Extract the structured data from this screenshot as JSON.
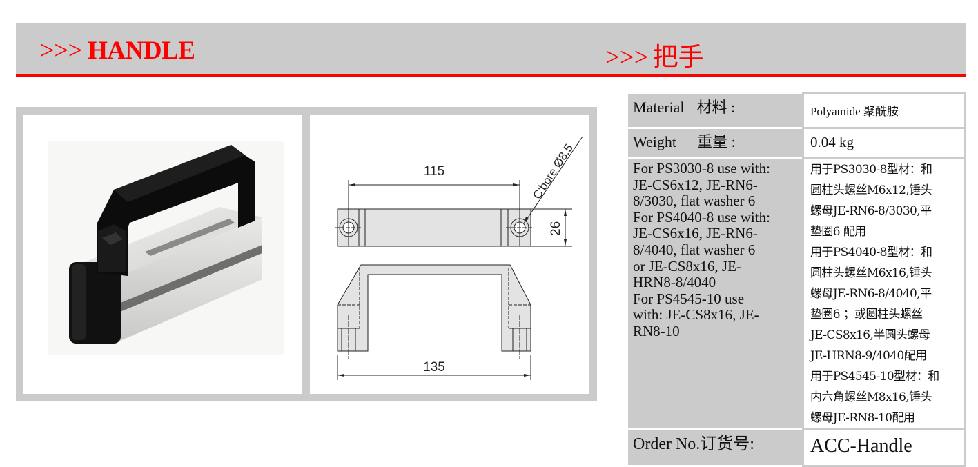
{
  "header": {
    "arrows": ">>>",
    "title_en": "HANDLE",
    "title_cn": "把手"
  },
  "colors": {
    "accent": "#ff0000",
    "band": "#cbcbcb",
    "handle_black": "#111111",
    "profile_grey": "#d8d8d6"
  },
  "images": {
    "photo": {
      "icon": "handle-on-profile-photo"
    },
    "drawing": {
      "icon": "technical-drawing",
      "dim_hole_spacing": "115",
      "dim_height": "26",
      "dim_overall_length": "135",
      "counterbore_note": "C'bore Ø8.5"
    }
  },
  "specs": {
    "material": {
      "label_en": "Material",
      "label_cn": "材料 :",
      "value": "Polyamide 聚酰胺"
    },
    "weight": {
      "label_en": "Weight",
      "label_cn": "重量 :",
      "value": "0.04 kg"
    },
    "usage": {
      "label_lines": [
        "For PS3030-8 use with:",
        "JE-CS6x12, JE-RN6-",
        "8/3030, flat washer 6",
        "For PS4040-8 use with:",
        "JE-CS6x16, JE-RN6-",
        "8/4040, flat washer 6",
        "or JE-CS8x16, JE-",
        "HRN8-8/4040",
        "For PS4545-10 use",
        "with: JE-CS8x16, JE-",
        "RN8-10"
      ],
      "value_lines": [
        "用于PS3030-8型材：和",
        "圆柱头螺丝M6x12,锤头",
        "螺母JE-RN6-8/3030,平",
        "垫圈6 配用",
        "用于PS4040-8型材：和",
        "圆柱头螺丝M6x16,锤头",
        "螺母JE-RN6-8/4040,平",
        "垫圈6 ；或圆柱头螺丝",
        "JE-CS8x16,半圆头螺母",
        "JE-HRN8-9/4040配用",
        "用于PS4545-10型材：和",
        "内六角螺丝M8x16,锤头",
        "螺母JE-RN8-10配用"
      ]
    },
    "order": {
      "label": "Order No.订货号:",
      "value": "ACC-Handle"
    }
  }
}
